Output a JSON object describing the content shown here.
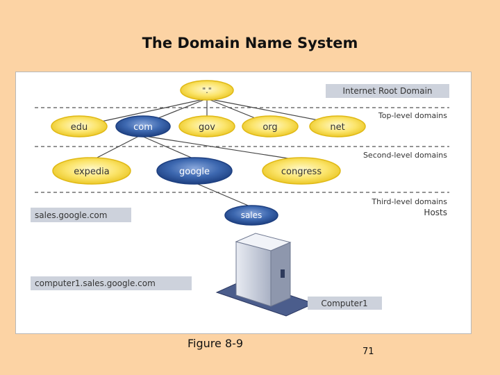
{
  "title": "The Domain Name System",
  "caption": "Figure 8-9",
  "page_number": "71",
  "colors": {
    "background": "#fcd3a4",
    "panel": "#ffffff",
    "yellow_node": "#f5d832",
    "blue_node": "#2f5aa0",
    "label_box": "#cdd2dc",
    "line": "#555555"
  },
  "diagram": {
    "root": {
      "label": "\".\""
    },
    "levels": {
      "root": "Internet Root Domain",
      "top": "Top-level domains",
      "second": "Second-level domains",
      "third": "Third-level domains",
      "hosts": "Hosts"
    },
    "top_level": [
      "edu",
      "com",
      "gov",
      "org",
      "net"
    ],
    "second_level": [
      "expedia",
      "google",
      "congress"
    ],
    "third_level": "sales",
    "fqdn_domain": "sales.google.com",
    "fqdn_host": "computer1.sales.google.com",
    "computer_label": "Computer1"
  }
}
